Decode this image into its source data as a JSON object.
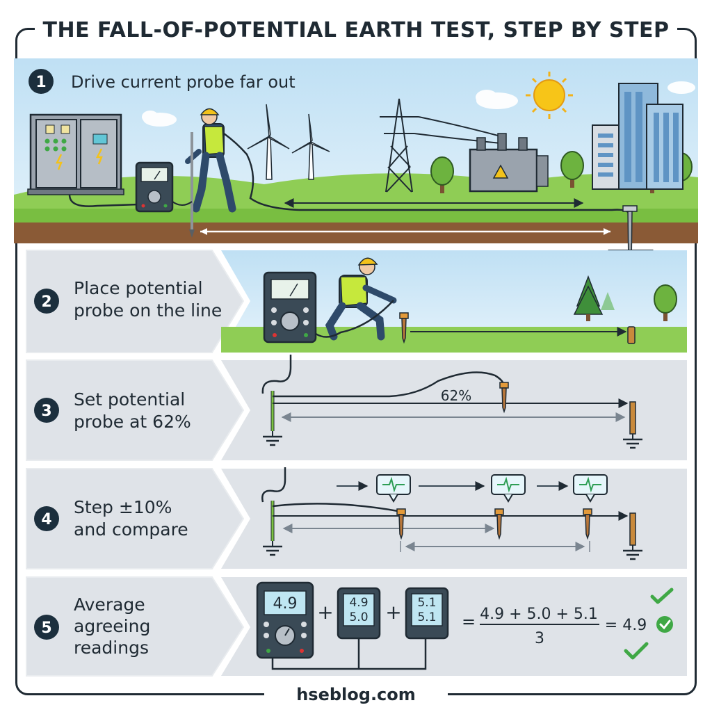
{
  "title": "THE FALL-OF-POTENTIAL EARTH TEST, STEP BY STEP",
  "footer": "hseblog.com",
  "steps": [
    {
      "number": "1",
      "label": "Drive current probe far out"
    },
    {
      "number": "2",
      "label_lines": [
        "Place potential",
        "probe on the line"
      ]
    },
    {
      "number": "3",
      "label_lines": [
        "Set potential",
        "probe at 62%"
      ]
    },
    {
      "number": "4",
      "label_lines": [
        "Step ±10%",
        "and compare"
      ]
    },
    {
      "number": "5",
      "label_lines": [
        "Average",
        "agreeing",
        "readings"
      ]
    }
  ],
  "step3": {
    "percent_label": "62%"
  },
  "step5": {
    "meter_reading": "4.9",
    "meter_b_lines": [
      "4.9",
      "5.0"
    ],
    "meter_c_lines": [
      "5.1",
      "5.1"
    ],
    "plus": "+",
    "equals": "=",
    "numerator": "4.9 + 5.0 + 5.1",
    "denominator": "3",
    "result": "= 4.9"
  },
  "colors": {
    "dark": "#1c2f3d",
    "panel_gray": "#dfe3e8",
    "grass": "#7cc242",
    "sky": "#cfe6f5",
    "vest": "#c6e83c",
    "helmet": "#f3c21a",
    "check": "#3fa845",
    "probe": "#c98a3c"
  },
  "icons": [
    "sun-icon",
    "wind-turbine-icon",
    "pylon-icon",
    "transformer-icon",
    "building-icon",
    "tree-icon",
    "switchgear-cabinet-icon",
    "meter-icon",
    "ground-symbol-icon",
    "waveform-icon",
    "check-icon",
    "worker-icon"
  ]
}
